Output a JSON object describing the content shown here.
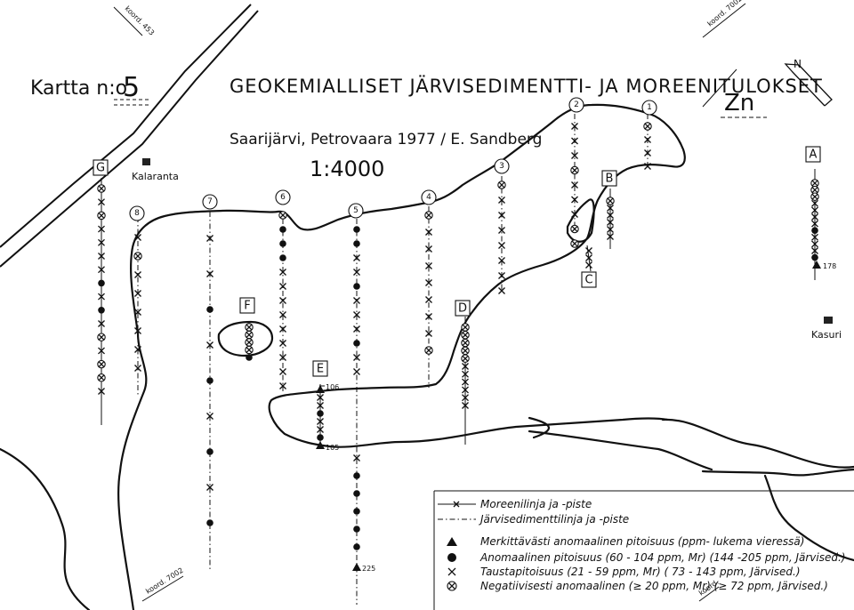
{
  "header": {
    "map_label": "Kartta n:o",
    "map_number": "5",
    "title": "GEOKEMIALLISET JÄRVISEDIMENTTI- JA MOREENITULOKSET",
    "element": "Zn",
    "subtitle": "Saarijärvi, Petrovaara 1977 / E. Sandberg",
    "scale": "1:4000",
    "north": "N"
  },
  "corners": {
    "top_left": "koord. 453",
    "top_right": "koord. 7002",
    "bottom_left": "koord. 7002",
    "bottom_right": "koord."
  },
  "places": [
    {
      "id": "kalaranta",
      "name": "Kalaranta"
    },
    {
      "id": "kasuri",
      "name": "Kasuri"
    }
  ],
  "lake_lines": [
    "1",
    "2",
    "3",
    "4",
    "5",
    "6",
    "7",
    "8"
  ],
  "moraine_lines": [
    "A",
    "B",
    "C",
    "D",
    "E",
    "F",
    "G"
  ],
  "point_values": {
    "A": "178",
    "E_top": "106",
    "E_bottom": "105",
    "line5": "225"
  },
  "legend": {
    "moraine": "Moreenilinja ja -piste",
    "lake": "Järvisedimenttilinja ja -piste",
    "triangle": "Merkittävästi anomaalinen pitoisuus (ppm- lukema vieressä)",
    "dot": "Anomaalinen pitoisuus (60 - 104 ppm, Mr) (144 -205 ppm, Järvised.)",
    "cross": "Taustapitoisuus (21 - 59 ppm, Mr) ( 73 - 143 ppm, Järvised.)",
    "negative": "Negatiivisesti anomaalinen (≥ 20 ppm, Mr) (≥ 72 ppm, Järvised.)"
  },
  "symbol_icons": {
    "triangle": "filled-triangle-icon",
    "dot": "filled-circle-icon",
    "cross": "cross-icon",
    "negative": "circle-cross-icon",
    "house": "house-icon"
  }
}
